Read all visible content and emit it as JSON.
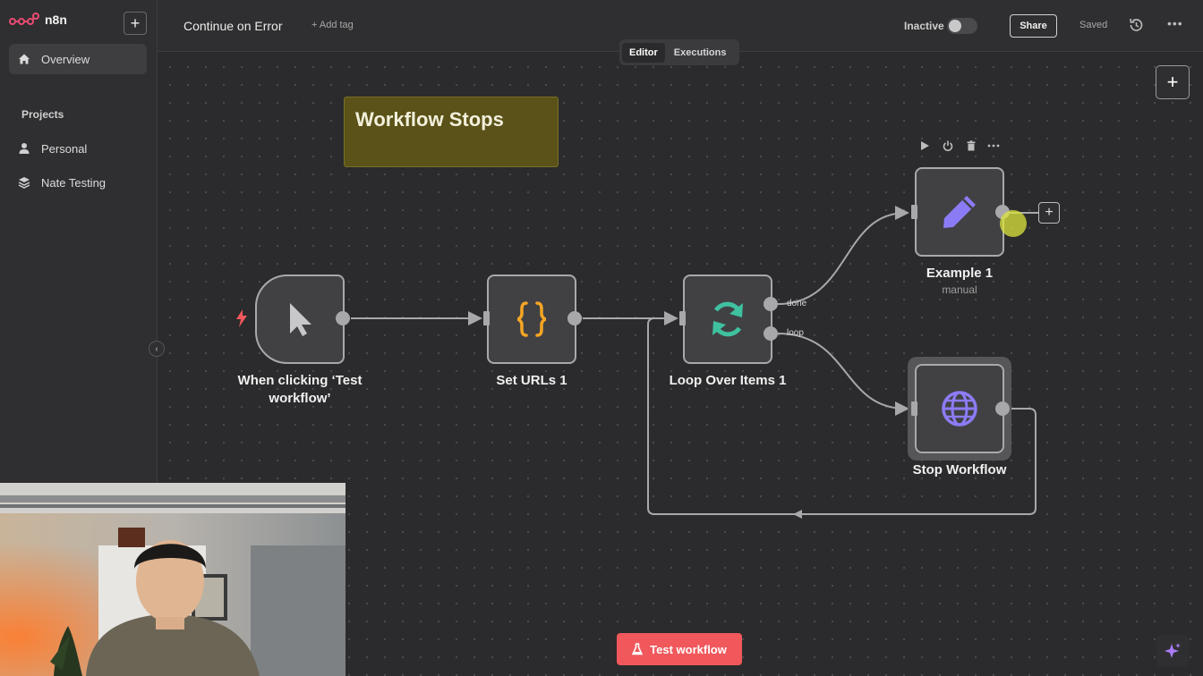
{
  "app": {
    "name": "n8n"
  },
  "sidebar": {
    "items": [
      {
        "label": "Overview",
        "icon": "home-icon",
        "active": true
      }
    ],
    "projects_heading": "Projects",
    "projects": [
      {
        "label": "Personal",
        "icon": "user-icon"
      },
      {
        "label": "Nate Testing",
        "icon": "layers-icon"
      }
    ]
  },
  "header": {
    "workflow_title": "Continue on Error",
    "add_tag": "+ Add tag",
    "active_status": "Inactive",
    "share_label": "Share",
    "saved_label": "Saved"
  },
  "tabs": [
    {
      "label": "Editor",
      "active": true
    },
    {
      "label": "Executions",
      "active": false
    }
  ],
  "sticky_note": {
    "text": "Workflow Stops",
    "color": "#5a5218"
  },
  "nodes": [
    {
      "id": "trigger",
      "label": "When clicking ‘Test workflow’",
      "icon": "cursor-icon"
    },
    {
      "id": "set",
      "label": "Set URLs 1",
      "icon": "braces-icon"
    },
    {
      "id": "loop",
      "label": "Loop Over Items 1",
      "icon": "refresh-icon",
      "ports": [
        "done",
        "loop"
      ]
    },
    {
      "id": "example",
      "label": "Example 1",
      "sublabel": "manual",
      "icon": "pencil-icon"
    },
    {
      "id": "stop",
      "label": "Stop Workflow",
      "icon": "globe-icon"
    }
  ],
  "footer": {
    "test_button": "Test workflow"
  },
  "colors": {
    "accent": "#f0585c",
    "canvas": "#2b2b2d",
    "loop_icon": "#3fc1a0",
    "set_icon": "#f5a623",
    "edit_icon": "#8b7cf6"
  }
}
